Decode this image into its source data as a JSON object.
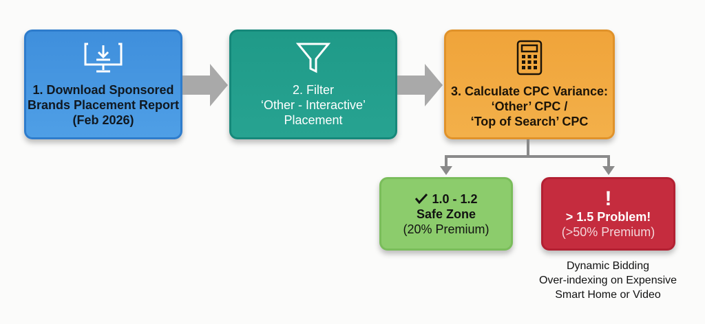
{
  "steps": [
    {
      "icon": "monitor-download-icon",
      "lines": [
        "1. Download Sponsored",
        "Brands Placement Report",
        "(Feb 2026)"
      ]
    },
    {
      "icon": "funnel-icon",
      "lines": [
        "2. Filter",
        "‘Other - Interactive’",
        "Placement"
      ]
    },
    {
      "icon": "calculator-icon",
      "lines": [
        "3. Calculate CPC Variance:",
        "‘Other’ CPC /",
        "‘Top of Search’ CPC"
      ]
    }
  ],
  "outcomes": {
    "safe": {
      "icon": "checkmark-icon",
      "range": "1.0 - 1.2",
      "title": "Safe Zone",
      "note": "(20% Premium)"
    },
    "problem": {
      "icon": "exclamation-icon",
      "mark": "!",
      "title": "> 1.5 Problem!",
      "note": "(>50% Premium)"
    }
  },
  "caption": [
    "Dynamic Bidding",
    "Over-indexing on Expensive",
    "Smart Home or Video"
  ],
  "colors": {
    "blue": "#4596e0",
    "teal": "#22a08c",
    "orange": "#f2aa42",
    "green": "#8ccc6c",
    "red": "#c52c3e",
    "arrow": "#a8a8a8"
  }
}
